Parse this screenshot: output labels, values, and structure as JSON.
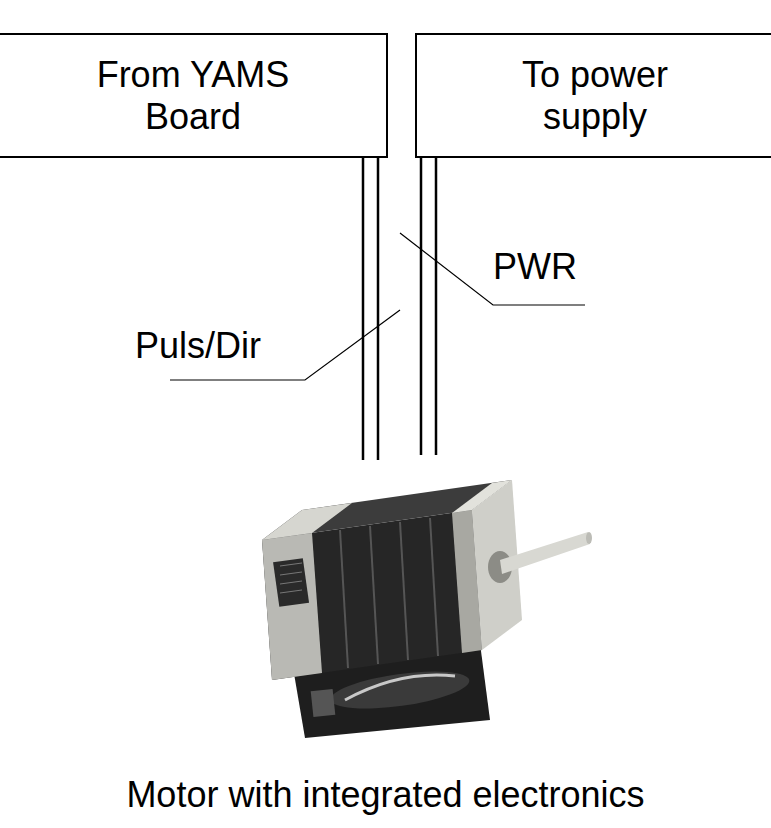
{
  "diagram": {
    "caption": "Motor with integrated electronics",
    "nodes": [
      {
        "text": [
          "From YAMS Board"
        ]
      },
      {
        "text": [
          "To power supply"
        ]
      }
    ],
    "labels": [
      "PWR",
      "Puls/Dir"
    ]
  }
}
